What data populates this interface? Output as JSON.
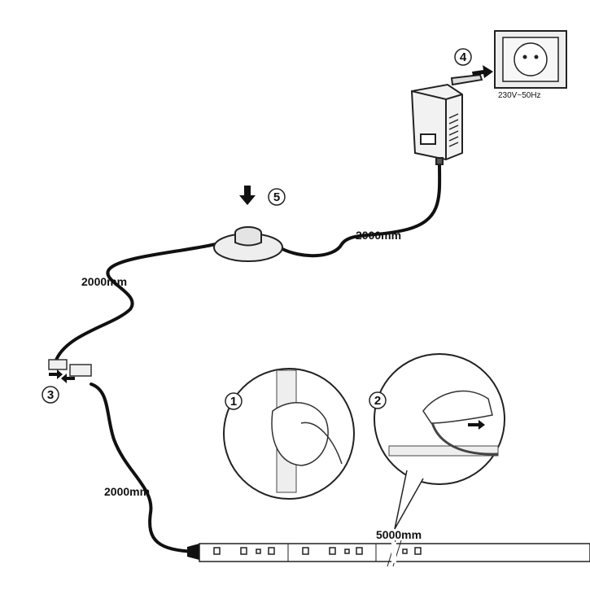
{
  "labels": {
    "cable_adapter_switch": "2000mm",
    "cable_switch_connector": "2000mm",
    "cable_connector_strip": "2000mm",
    "strip_length": "5000mm",
    "socket_voltage": "230V~50Hz"
  },
  "steps": [
    "1",
    "2",
    "3",
    "4",
    "5"
  ]
}
